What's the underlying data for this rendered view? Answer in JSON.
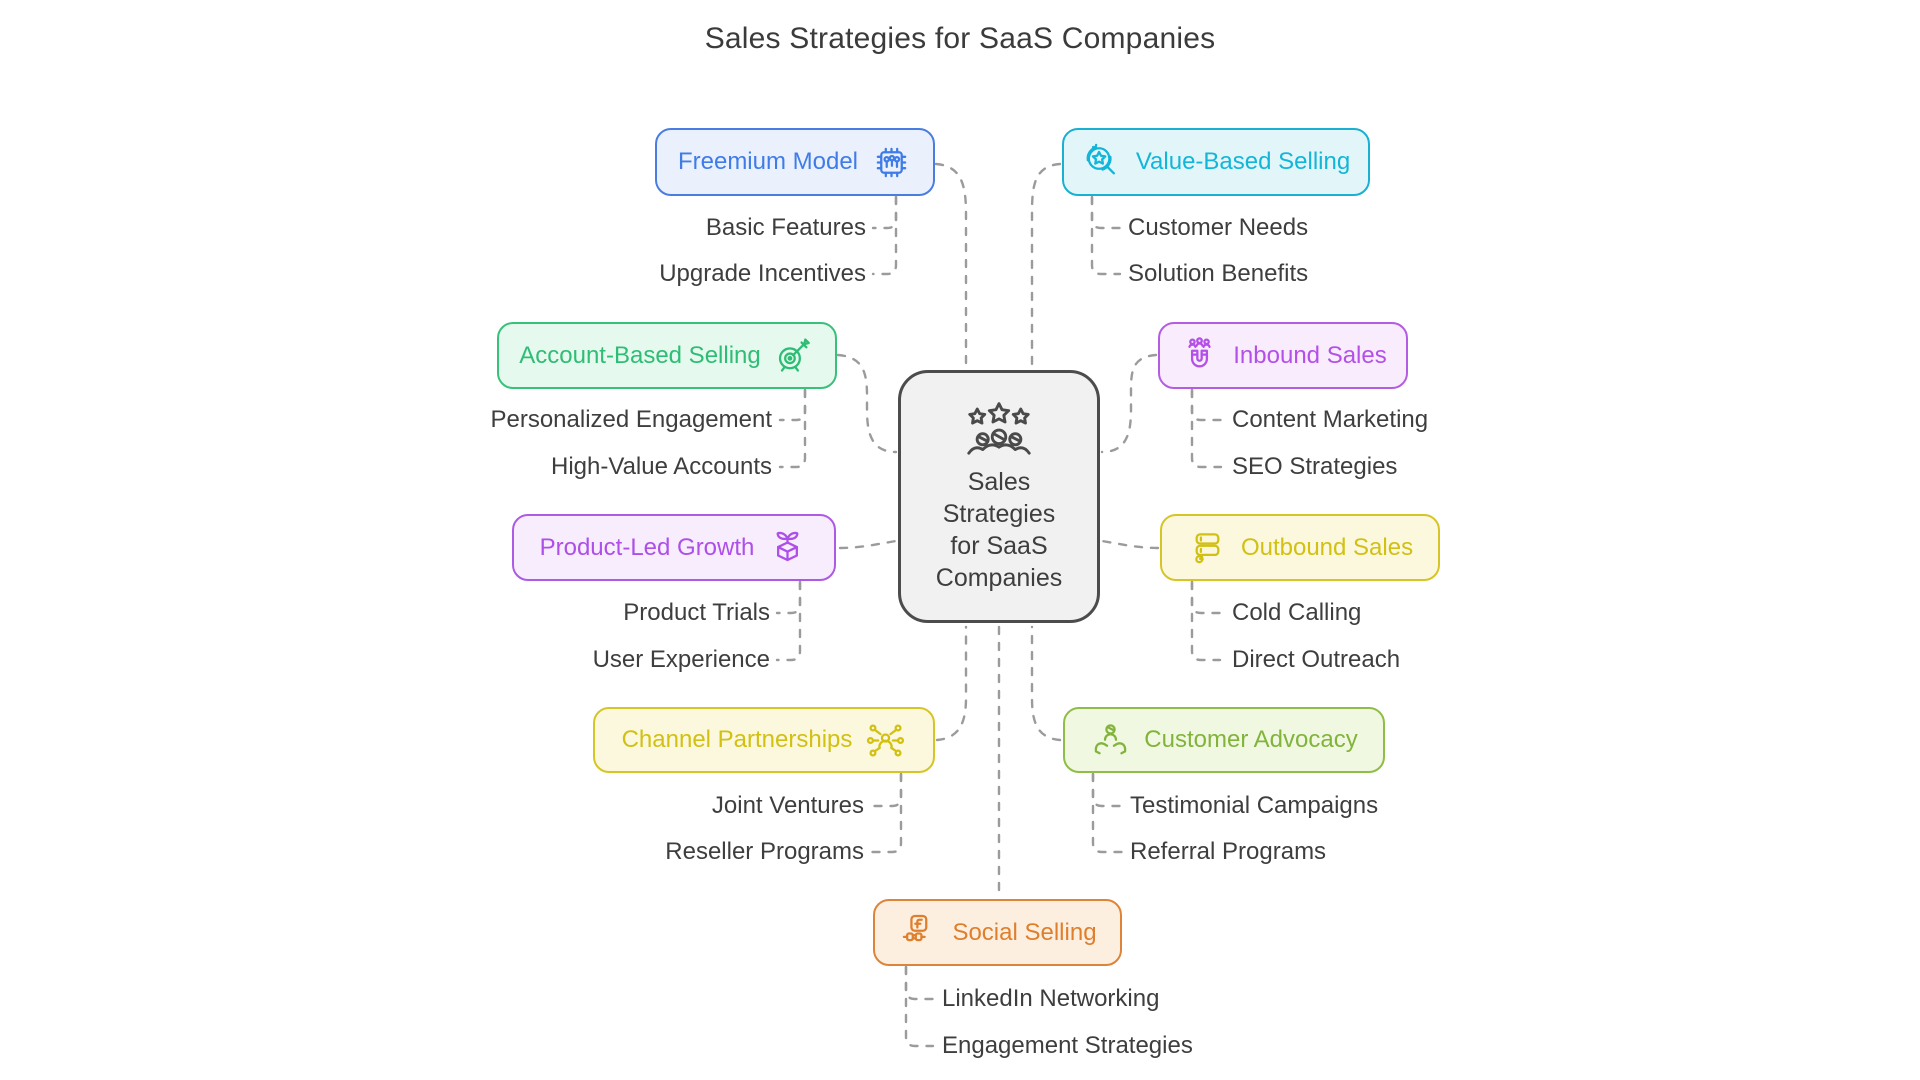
{
  "title": "Sales Strategies for SaaS Companies",
  "background": "#ffffff",
  "connector_color": "#9b9b9b",
  "center": {
    "label": "Sales\nStrategies\nfor SaaS\nCompanies",
    "icon": "team-stars-icon",
    "accent": "#4c4c4c",
    "fill": "#f1f1f1"
  },
  "branches": [
    {
      "id": "freemium-model",
      "label": "Freemium Model",
      "icon": "chip-icon",
      "accent": "#4a7de2",
      "fill": "#eaf1fc",
      "children": [
        "Basic Features",
        "Upgrade Incentives"
      ]
    },
    {
      "id": "value-based-selling",
      "label": "Value-Based Selling",
      "icon": "search-star-icon",
      "accent": "#19b0d1",
      "fill": "#e2f6fa",
      "children": [
        "Customer Needs",
        "Solution Benefits"
      ]
    },
    {
      "id": "account-based-selling",
      "label": "Account-Based Selling",
      "icon": "target-dart-icon",
      "accent": "#38c17b",
      "fill": "#e6f9ee",
      "children": [
        "Personalized Engagement",
        "High-Value Accounts"
      ]
    },
    {
      "id": "inbound-sales",
      "label": "Inbound Sales",
      "icon": "magnet-people-icon",
      "accent": "#b45de2",
      "fill": "#f8ecfd",
      "children": [
        "Content Marketing",
        "SEO Strategies"
      ]
    },
    {
      "id": "product-led-growth",
      "label": "Product-Led Growth",
      "icon": "growth-box-icon",
      "accent": "#ad5ae4",
      "fill": "#f7edfd",
      "children": [
        "Product Trials",
        "User Experience"
      ]
    },
    {
      "id": "outbound-sales",
      "label": "Outbound Sales",
      "icon": "list-call-icon",
      "accent": "#d6c526",
      "fill": "#fbf8dd",
      "children": [
        "Cold Calling",
        "Direct Outreach"
      ]
    },
    {
      "id": "channel-partnerships",
      "label": "Channel Partnerships",
      "icon": "network-person-icon",
      "accent": "#d6c526",
      "fill": "#fbf8dd",
      "children": [
        "Joint Ventures",
        "Reseller Programs"
      ]
    },
    {
      "id": "customer-advocacy",
      "label": "Customer Advocacy",
      "icon": "hands-person-icon",
      "accent": "#90bd46",
      "fill": "#f1f8e2",
      "children": [
        "Testimonial Campaigns",
        "Referral Programs"
      ]
    },
    {
      "id": "social-selling",
      "label": "Social Selling",
      "icon": "social-plug-icon",
      "accent": "#de8438",
      "fill": "#fcefe0",
      "children": [
        "LinkedIn Networking",
        "Engagement Strategies"
      ]
    }
  ]
}
